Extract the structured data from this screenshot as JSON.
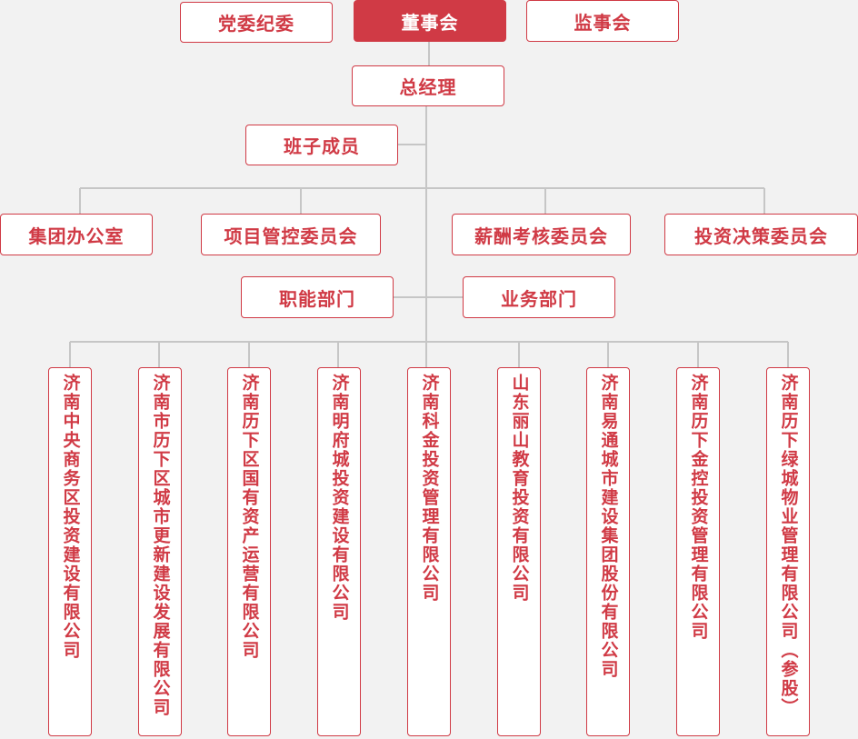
{
  "top_row": {
    "party_committee": "党委纪委",
    "board": "董事会",
    "supervisory_board": "监事会"
  },
  "general_manager": "总经理",
  "leadership_team": "班子成员",
  "committees": [
    "集团办公室",
    "项目管控委员会",
    "薪酬考核委员会",
    "投资决策委员会"
  ],
  "departments": {
    "functional": "职能部门",
    "business": "业务部门"
  },
  "companies": [
    "济南中央商务区投资建设有限公司",
    "济南市历下区城市更新建设发展有限公司",
    "济南历下区国有资产运营有限公司",
    "济南明府城投资建设有限公司",
    "济南科金投资管理有限公司",
    "山东丽山教育投资有限公司",
    "济南易通城市建设集团股份有限公司",
    "济南历下金控投资管理有限公司",
    "济南历下绿城物业管理有限公司（参股）"
  ],
  "colors": {
    "accent": "#d03a45",
    "line": "#c6c6c6",
    "background": "#f2f2f2",
    "box_fill": "#ffffff"
  }
}
